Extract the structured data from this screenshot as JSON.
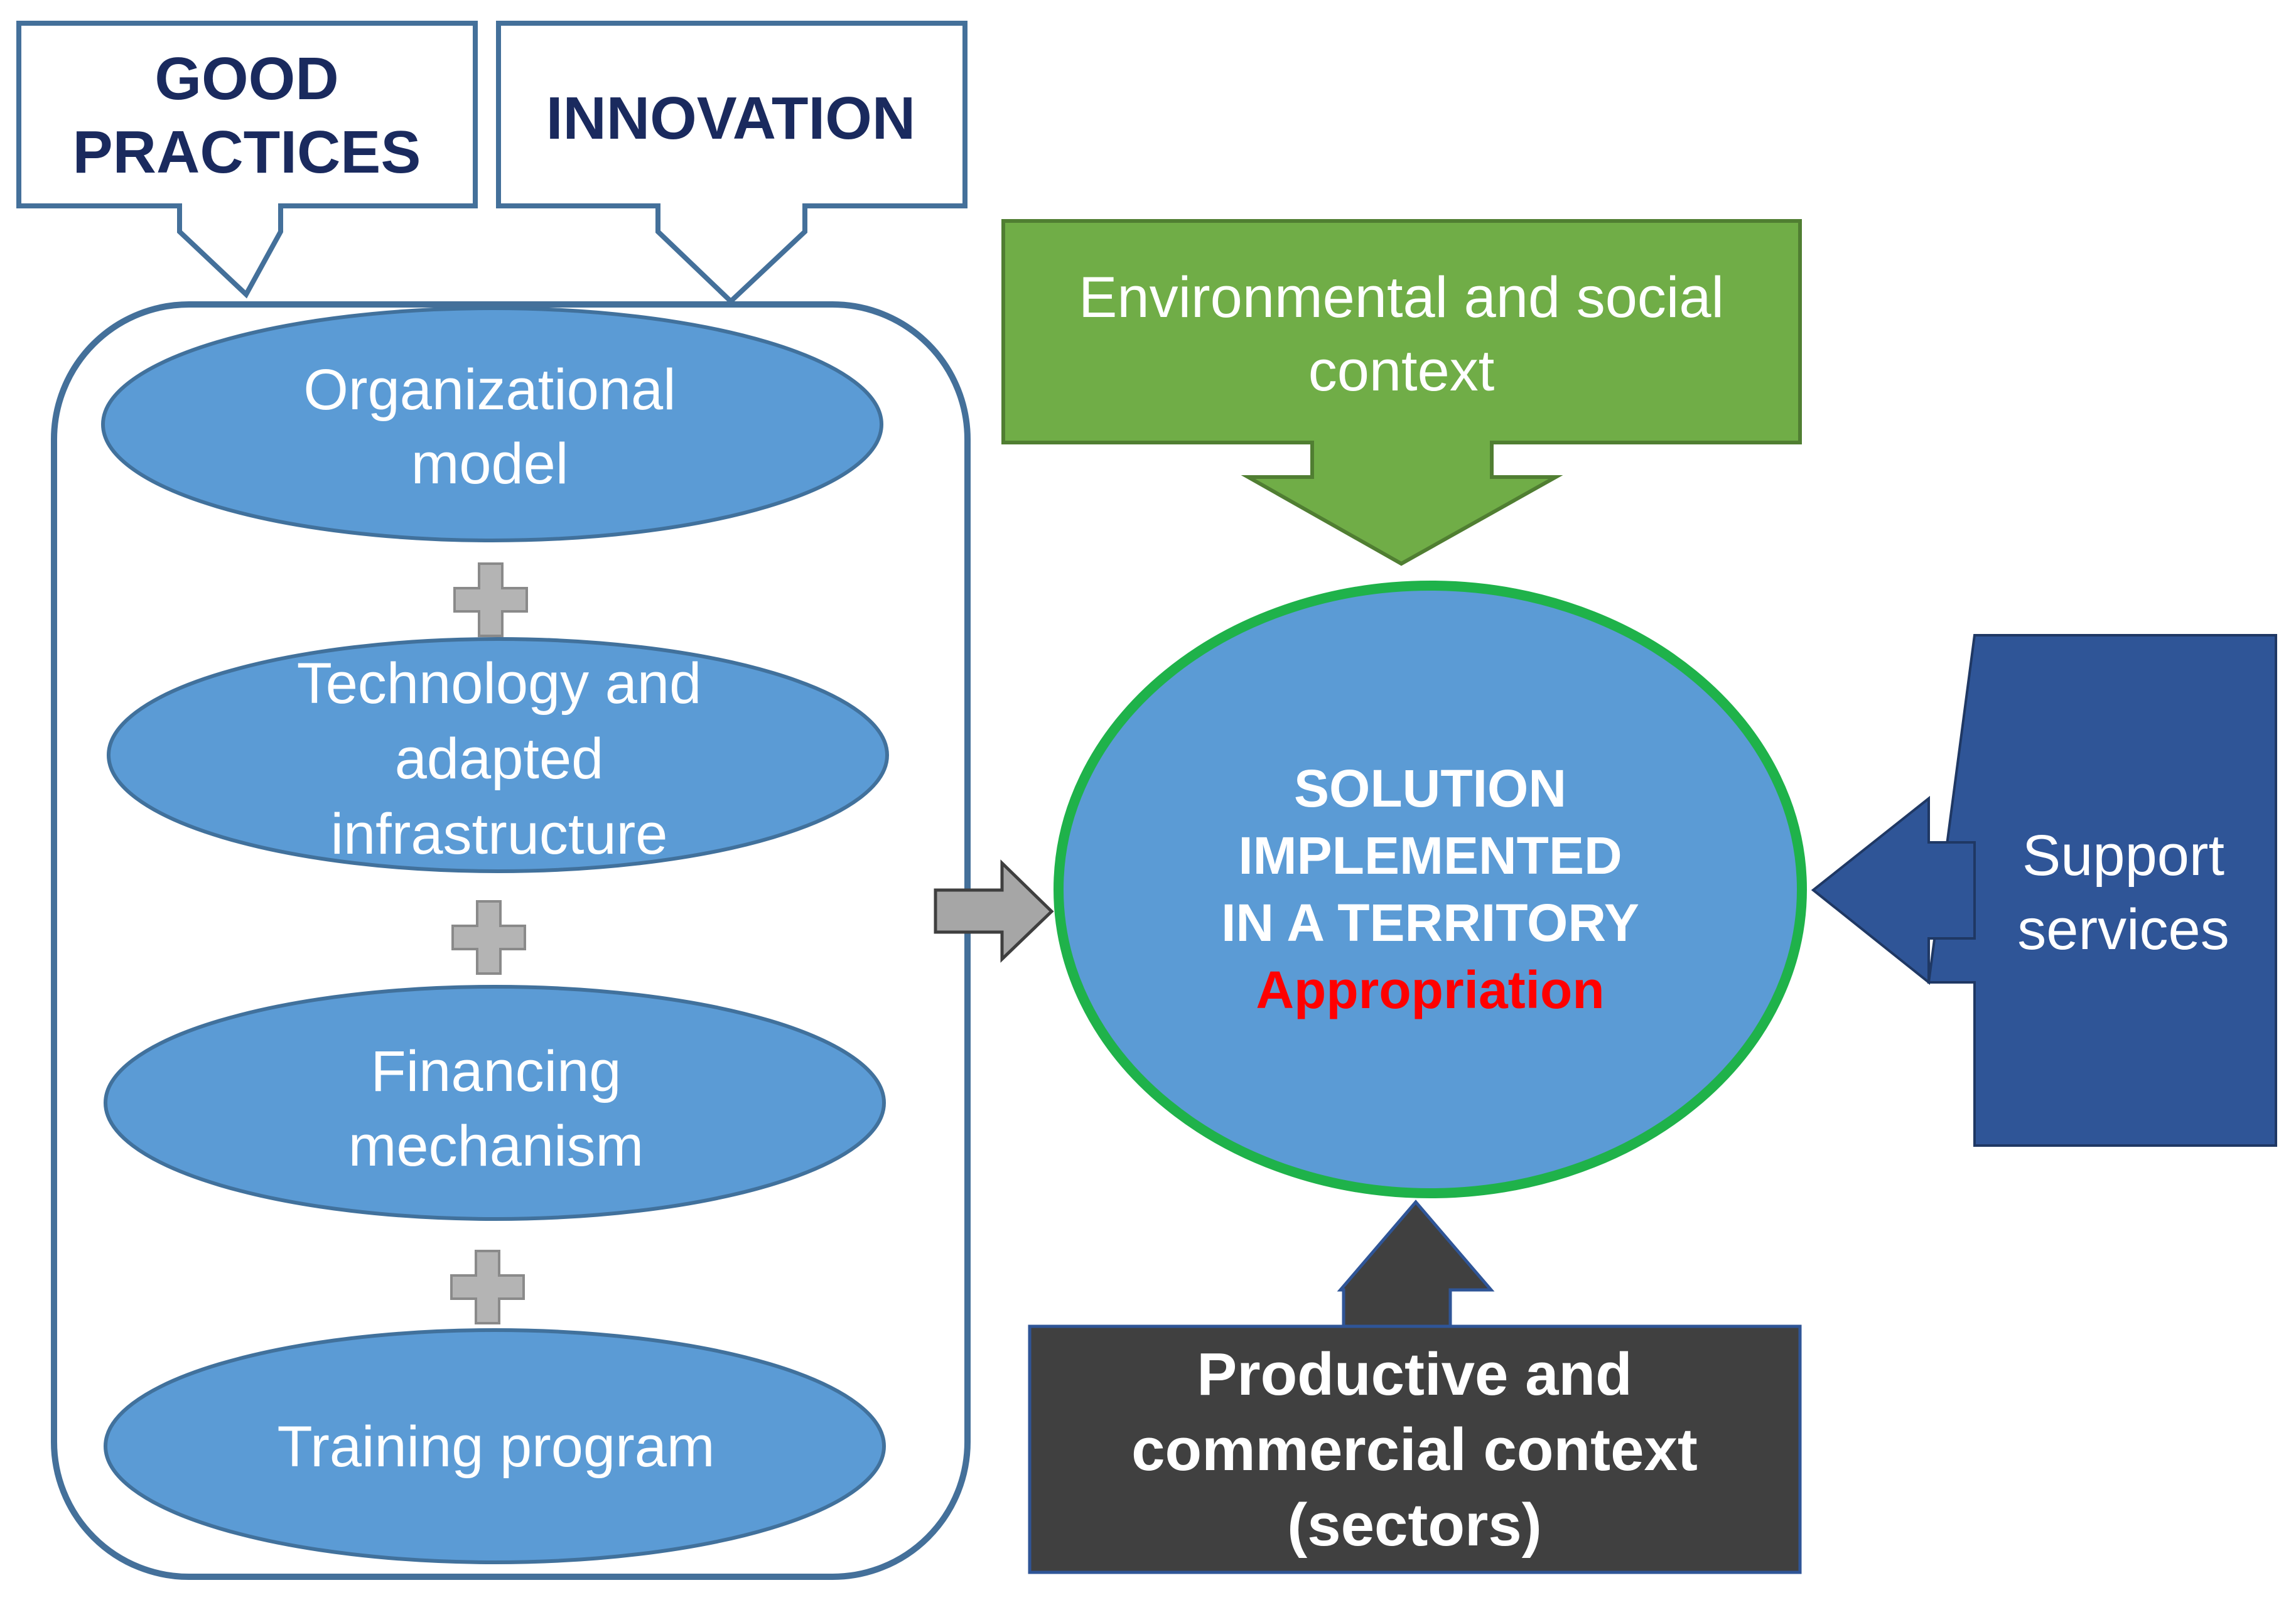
{
  "colors": {
    "ellipse_fill": "#5b9bd5",
    "ellipse_stroke": "#41719c",
    "container_stroke": "#44709a",
    "green": "#70ad47",
    "green_stroke": "#507e32",
    "navy": "#2f5597",
    "dark_gray": "#404040",
    "circle_outline": "#1fb24a",
    "plus_gray": "#b4b4b4",
    "highlight_red": "#ff0000"
  },
  "inputs": {
    "good_practices": {
      "line1": "GOOD",
      "line2": "PRACTICES"
    },
    "innovation": "INNOVATION"
  },
  "components": [
    {
      "lines": [
        "Organizational",
        "model"
      ]
    },
    {
      "lines": [
        "Technology and",
        "adapted",
        "infrastructure"
      ]
    },
    {
      "lines": [
        "Financing",
        "mechanism"
      ]
    },
    {
      "lines": [
        "Training program"
      ]
    }
  ],
  "environmental_context": {
    "lines": [
      "Environmental and social",
      "context"
    ]
  },
  "solution": {
    "lines": [
      "SOLUTION",
      "IMPLEMENTED",
      "IN A TERRITORY"
    ],
    "highlight": "Appropriation"
  },
  "support_services": {
    "lines": [
      "Support",
      "services"
    ]
  },
  "productive_context": {
    "lines": [
      "Productive and",
      "commercial context",
      "(sectors)"
    ]
  }
}
